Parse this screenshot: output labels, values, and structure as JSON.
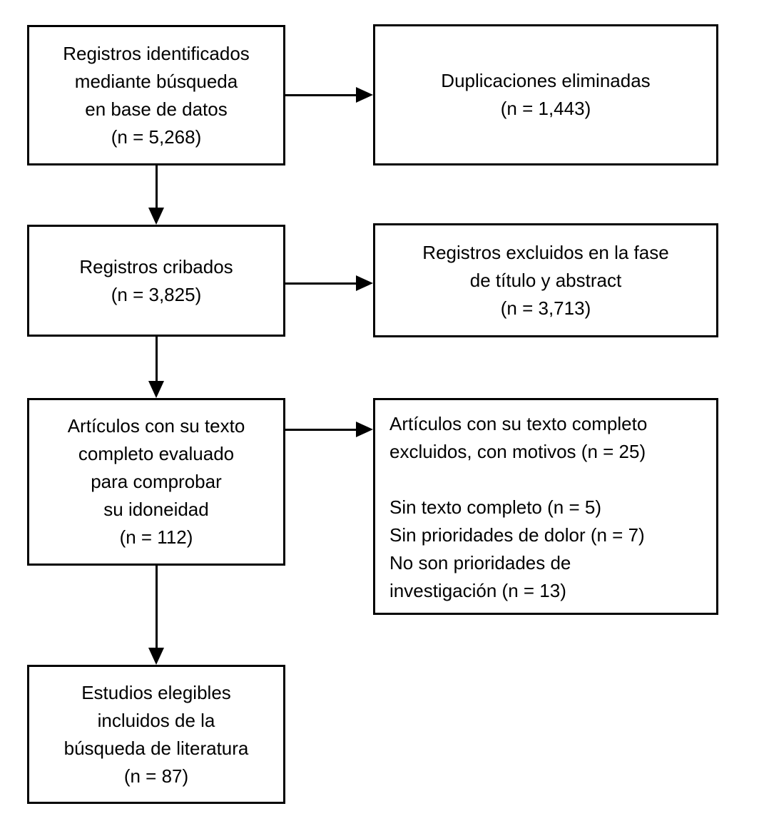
{
  "page": {
    "background_color": "#ffffff",
    "line_color": "#000000",
    "text_color": "#000000"
  },
  "flowchart": {
    "type": "prisma-flow-diagram",
    "boxes": {
      "identified": {
        "n": "5,268",
        "lines": [
          "Registros identificados",
          "mediante búsqueda",
          "en base de datos",
          "(n = 5,268)"
        ]
      },
      "duplicates_removed": {
        "n": "1,443",
        "lines": [
          "Duplicaciones eliminadas",
          "(n = 1,443)"
        ]
      },
      "screened": {
        "n": "3,825",
        "lines": [
          "Registros cribados",
          "(n = 3,825)"
        ]
      },
      "excluded_title_abstract": {
        "n": "3,713",
        "lines": [
          "Registros excluidos en la fase",
          "de título y abstract",
          "(n = 3,713)"
        ]
      },
      "fulltext_assessed": {
        "n": "112",
        "lines": [
          "Artículos con su texto",
          "completo evaluado",
          "para comprobar",
          "su idoneidad",
          "(n = 112)"
        ]
      },
      "fulltext_excluded": {
        "n": "25",
        "lines": [
          "Artículos con su texto completo",
          "excluidos, con motivos (n = 25)",
          "",
          "Sin texto completo (n = 5)",
          "Sin prioridades de dolor (n = 7)",
          "No son prioridades de",
          "investigación (n = 13)"
        ]
      },
      "included": {
        "n": "87",
        "lines": [
          "Estudios elegibles",
          "incluidos de la",
          "búsqueda de literatura",
          "(n = 87)"
        ]
      }
    }
  }
}
